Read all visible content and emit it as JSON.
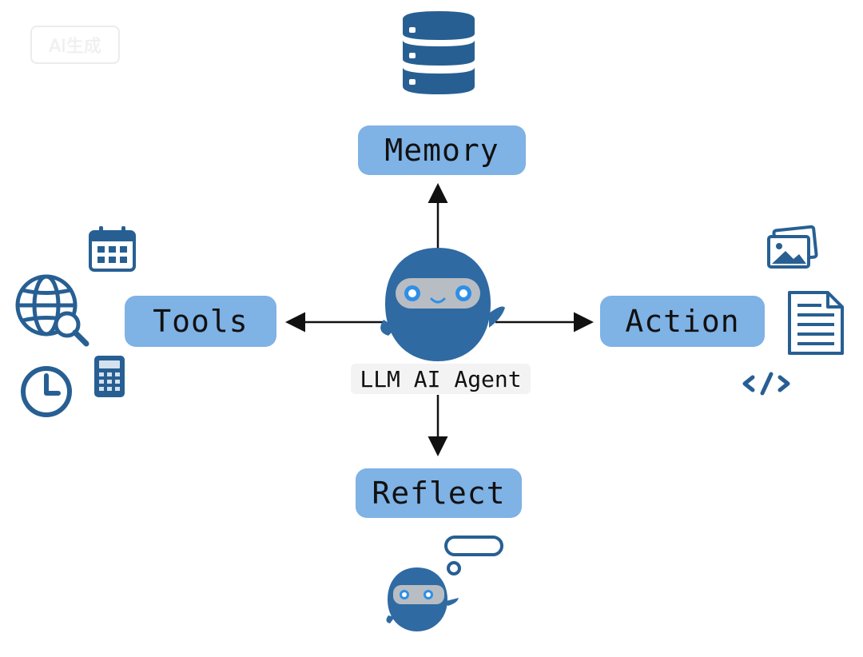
{
  "watermark": "AI生成",
  "center": {
    "label": "LLM AI Agent"
  },
  "nodes": {
    "memory": "Memory",
    "tools": "Tools",
    "action": "Action",
    "reflect": "Reflect"
  },
  "icons": {
    "memory": [
      "database-icon"
    ],
    "tools": [
      "calendar-icon",
      "globe-search-icon",
      "clock-icon",
      "calculator-icon"
    ],
    "action": [
      "image-icon",
      "document-icon",
      "code-icon"
    ],
    "reflect": [
      "robot-thinking-icon",
      "thought-bubble-icon"
    ]
  },
  "colors": {
    "pill_fill": "#7fb2e5",
    "icon_blue": "#275f93",
    "robot_blue": "#2f6aa3",
    "visor_gray": "#b8bdc3",
    "eye_blue": "#2e8fe6",
    "arrow": "#111111"
  }
}
